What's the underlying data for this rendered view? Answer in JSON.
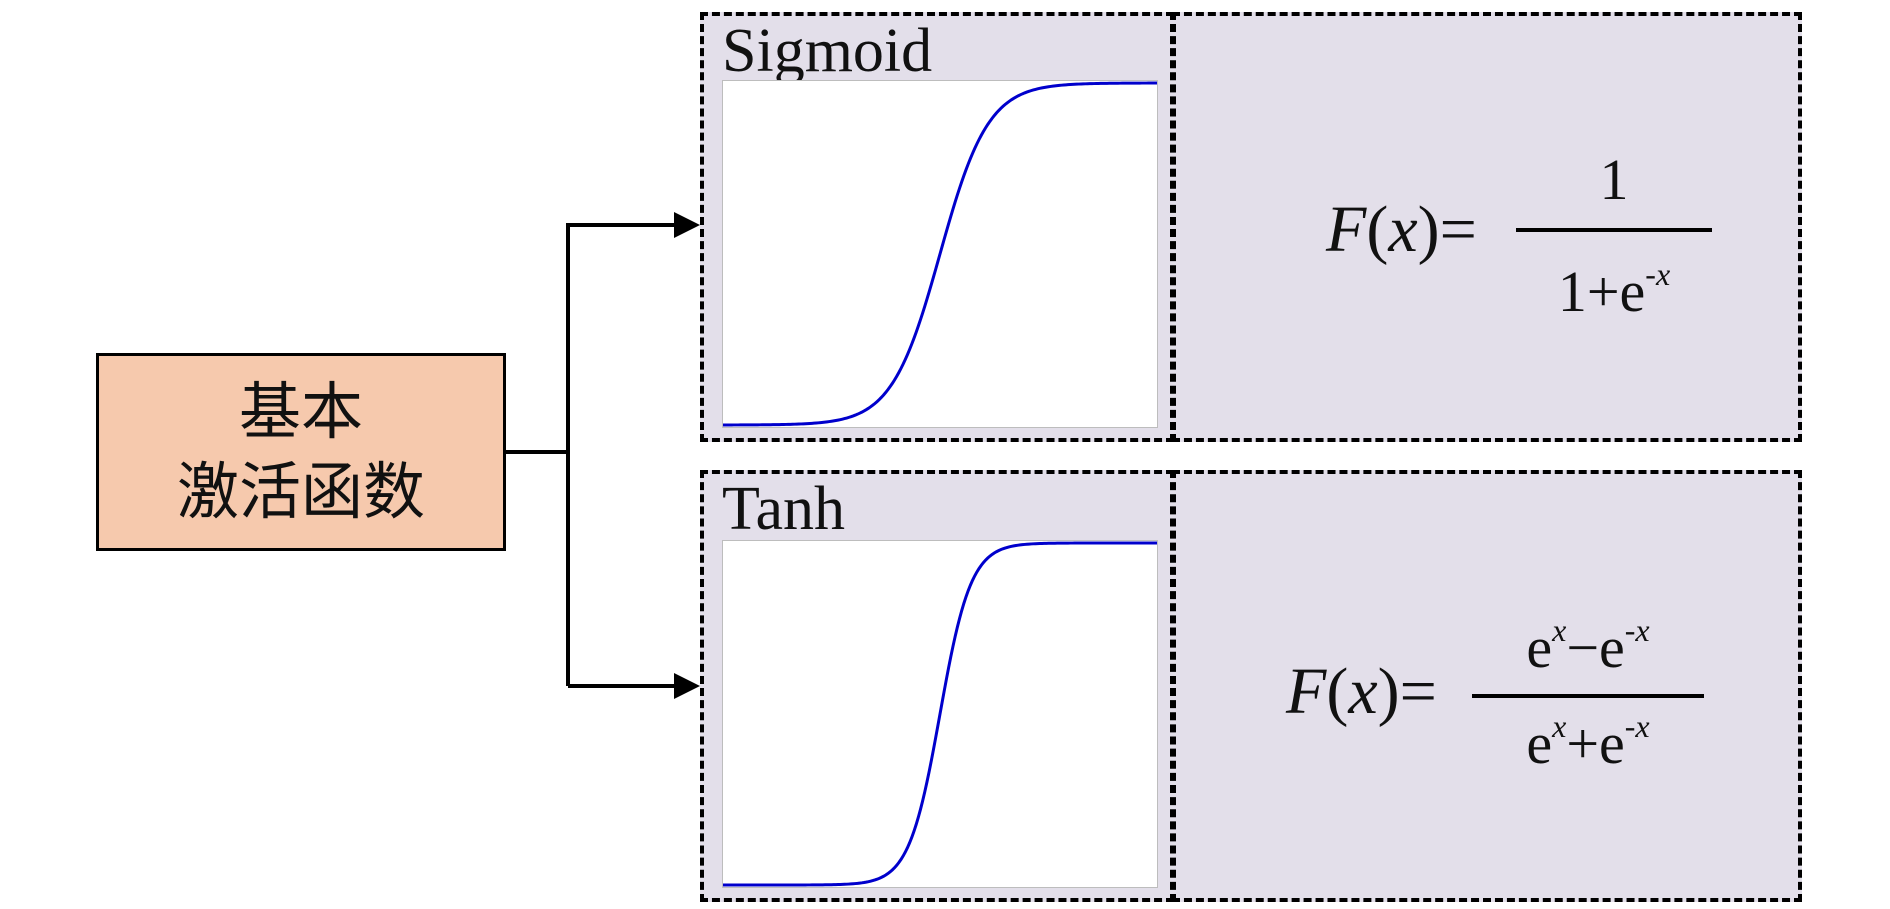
{
  "root": {
    "line1": "基本",
    "line2": "激活函数"
  },
  "functions": [
    {
      "name": "Sigmoid",
      "formula_lhs_f": "F",
      "formula_lhs_x": "x",
      "numerator": "1",
      "denominator_base": "1+e",
      "denominator_exp": "-x",
      "curve_color": "#0000cc"
    },
    {
      "name": "Tanh",
      "formula_lhs_f": "F",
      "formula_lhs_x": "x",
      "numerator_base_1": "e",
      "numerator_exp_1": "x",
      "numerator_op": "−e",
      "numerator_exp_2": "-x",
      "denominator_base_1": "e",
      "denominator_exp_1": "x",
      "denominator_op": "+e",
      "denominator_exp_2": "-x",
      "curve_color": "#0000cc"
    }
  ],
  "colors": {
    "root_fill": "#f6c9ad",
    "panel_fill": "#e3dfea",
    "line": "#000000"
  }
}
